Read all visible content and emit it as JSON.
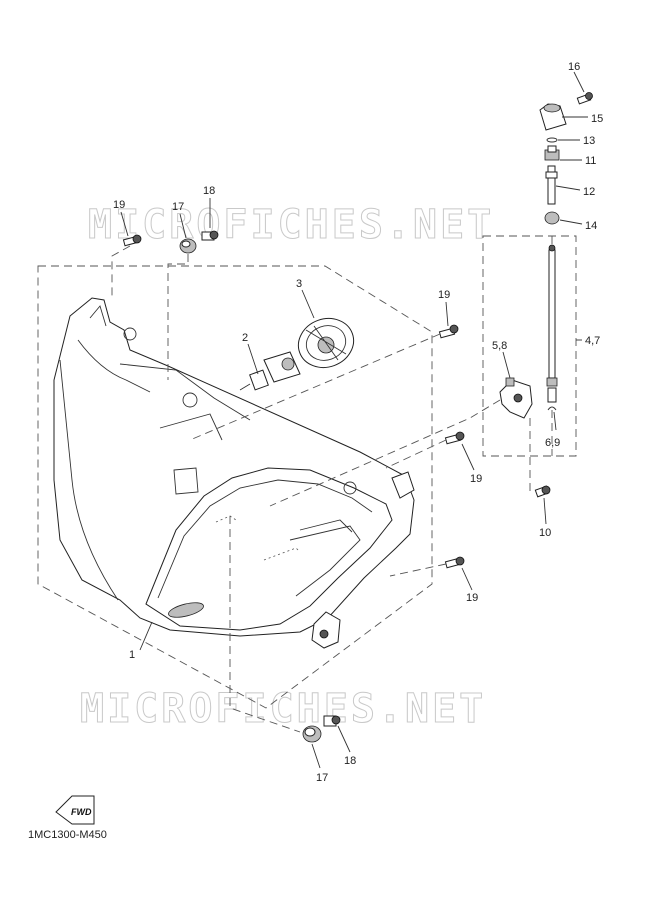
{
  "watermark": "MICROFICHES.NET",
  "diagram_code": "1MC1300-M450",
  "fwd_label": "FWD",
  "callouts": {
    "c16": "16",
    "c15": "15",
    "c13": "13",
    "c11": "11",
    "c12": "12",
    "c14": "14",
    "c19a": "19",
    "c17a": "17",
    "c18a": "18",
    "c3": "3",
    "c2": "2",
    "c19b": "19",
    "c58": "5,8",
    "c47": "4,7",
    "c69": "6,9",
    "c19c": "19",
    "c10": "10",
    "c19d": "19",
    "c1": "1",
    "c17b": "17",
    "c18b": "18"
  },
  "icons": {
    "fwd_arrow": "fwd-arrow-icon"
  }
}
